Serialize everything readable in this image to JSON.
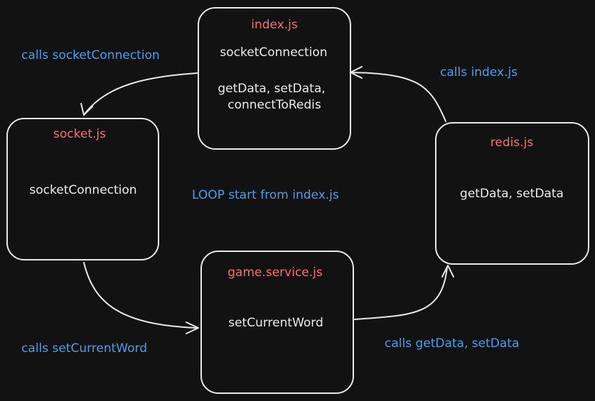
{
  "nodes": {
    "index": {
      "title": "index.js",
      "line1": "socketConnection",
      "line2": "getData, setData,",
      "line3": "connectToRedis"
    },
    "socket": {
      "title": "socket.js",
      "line1": "socketConnection"
    },
    "redis": {
      "title": "redis.js",
      "line1": "getData, setData"
    },
    "game": {
      "title": "game.service.js",
      "line1": "setCurrentWord"
    }
  },
  "annotations": {
    "calls_socket_connection": "calls socketConnection",
    "calls_index": "calls index.js",
    "loop_start": "LOOP start from index.js",
    "calls_set_current_word": "calls setCurrentWord",
    "calls_get_set_data": "calls getData, setData"
  },
  "colors": {
    "background": "#121212",
    "stroke": "#e8e8e8",
    "title": "#ff6b6b",
    "annotation": "#4a9eed",
    "text": "#ececec"
  }
}
